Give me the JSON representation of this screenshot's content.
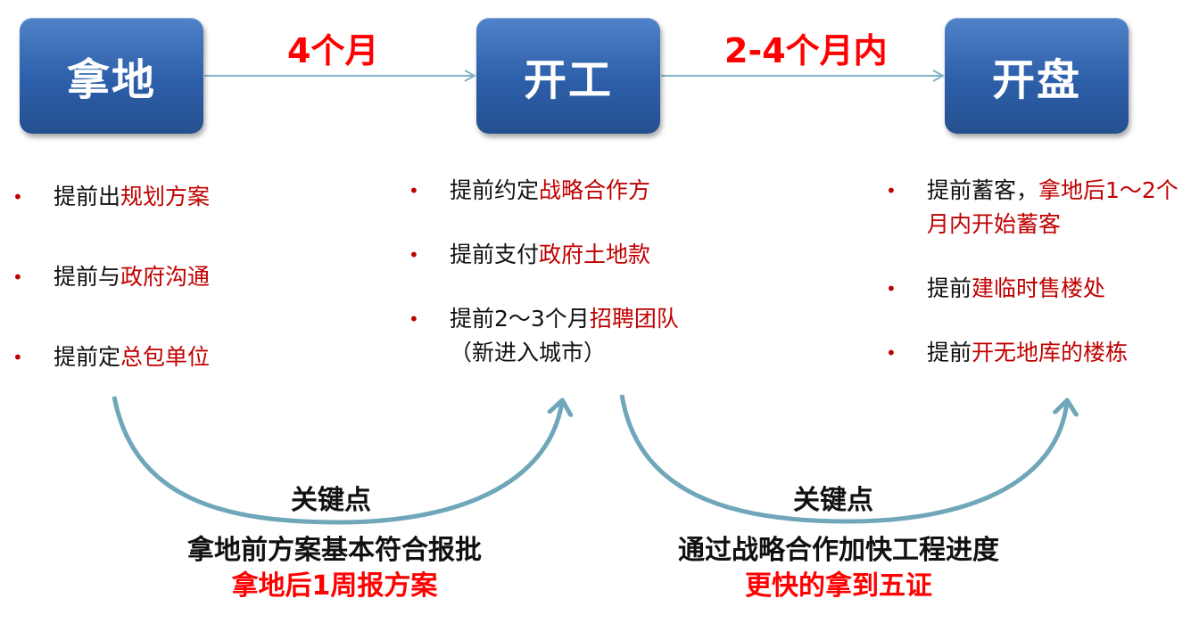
{
  "stages": [
    {
      "label": "拿地"
    },
    {
      "label": "开工"
    },
    {
      "label": "开盘"
    }
  ],
  "durations": [
    "4个月",
    "2-4个月内"
  ],
  "columns": [
    [
      [
        {
          "t": "提前出",
          "r": false
        },
        {
          "t": "规划方案",
          "r": true
        }
      ],
      [
        {
          "t": "提前与",
          "r": false
        },
        {
          "t": "政府沟通",
          "r": true
        }
      ],
      [
        {
          "t": "提前定",
          "r": false
        },
        {
          "t": "总包单位",
          "r": true
        }
      ]
    ],
    [
      [
        {
          "t": "提前约定",
          "r": false
        },
        {
          "t": "战略合作方",
          "r": true
        }
      ],
      [
        {
          "t": "提前支付",
          "r": false
        },
        {
          "t": "政府土地款",
          "r": true
        }
      ],
      [
        {
          "t": "提前2～3个月",
          "r": false
        },
        {
          "t": "招聘团队",
          "r": true
        },
        {
          "t": "\n（新进入城市）",
          "r": false
        }
      ]
    ],
    [
      [
        {
          "t": "提前蓄客，",
          "r": false
        },
        {
          "t": "拿地后1～2个月内开始蓄客",
          "r": true
        }
      ],
      [
        {
          "t": "提前",
          "r": false
        },
        {
          "t": "建临时售楼处",
          "r": true
        }
      ],
      [
        {
          "t": "提前",
          "r": false
        },
        {
          "t": "开无地库的楼栋",
          "r": true
        }
      ]
    ]
  ],
  "key_points": [
    {
      "title": "关键点",
      "line1": "拿地前方案基本符合报批",
      "line2": "拿地后1周报方案"
    },
    {
      "title": "关键点",
      "line1": "通过战略合作加快工程进度",
      "line2": "更快的拿到五证"
    }
  ],
  "colors": {
    "box": "#2d5ea9",
    "accent_red": "#c00000",
    "bright_red": "#ff0000",
    "arrow": "#7fb3c6",
    "curve": "#6fa6b9"
  }
}
